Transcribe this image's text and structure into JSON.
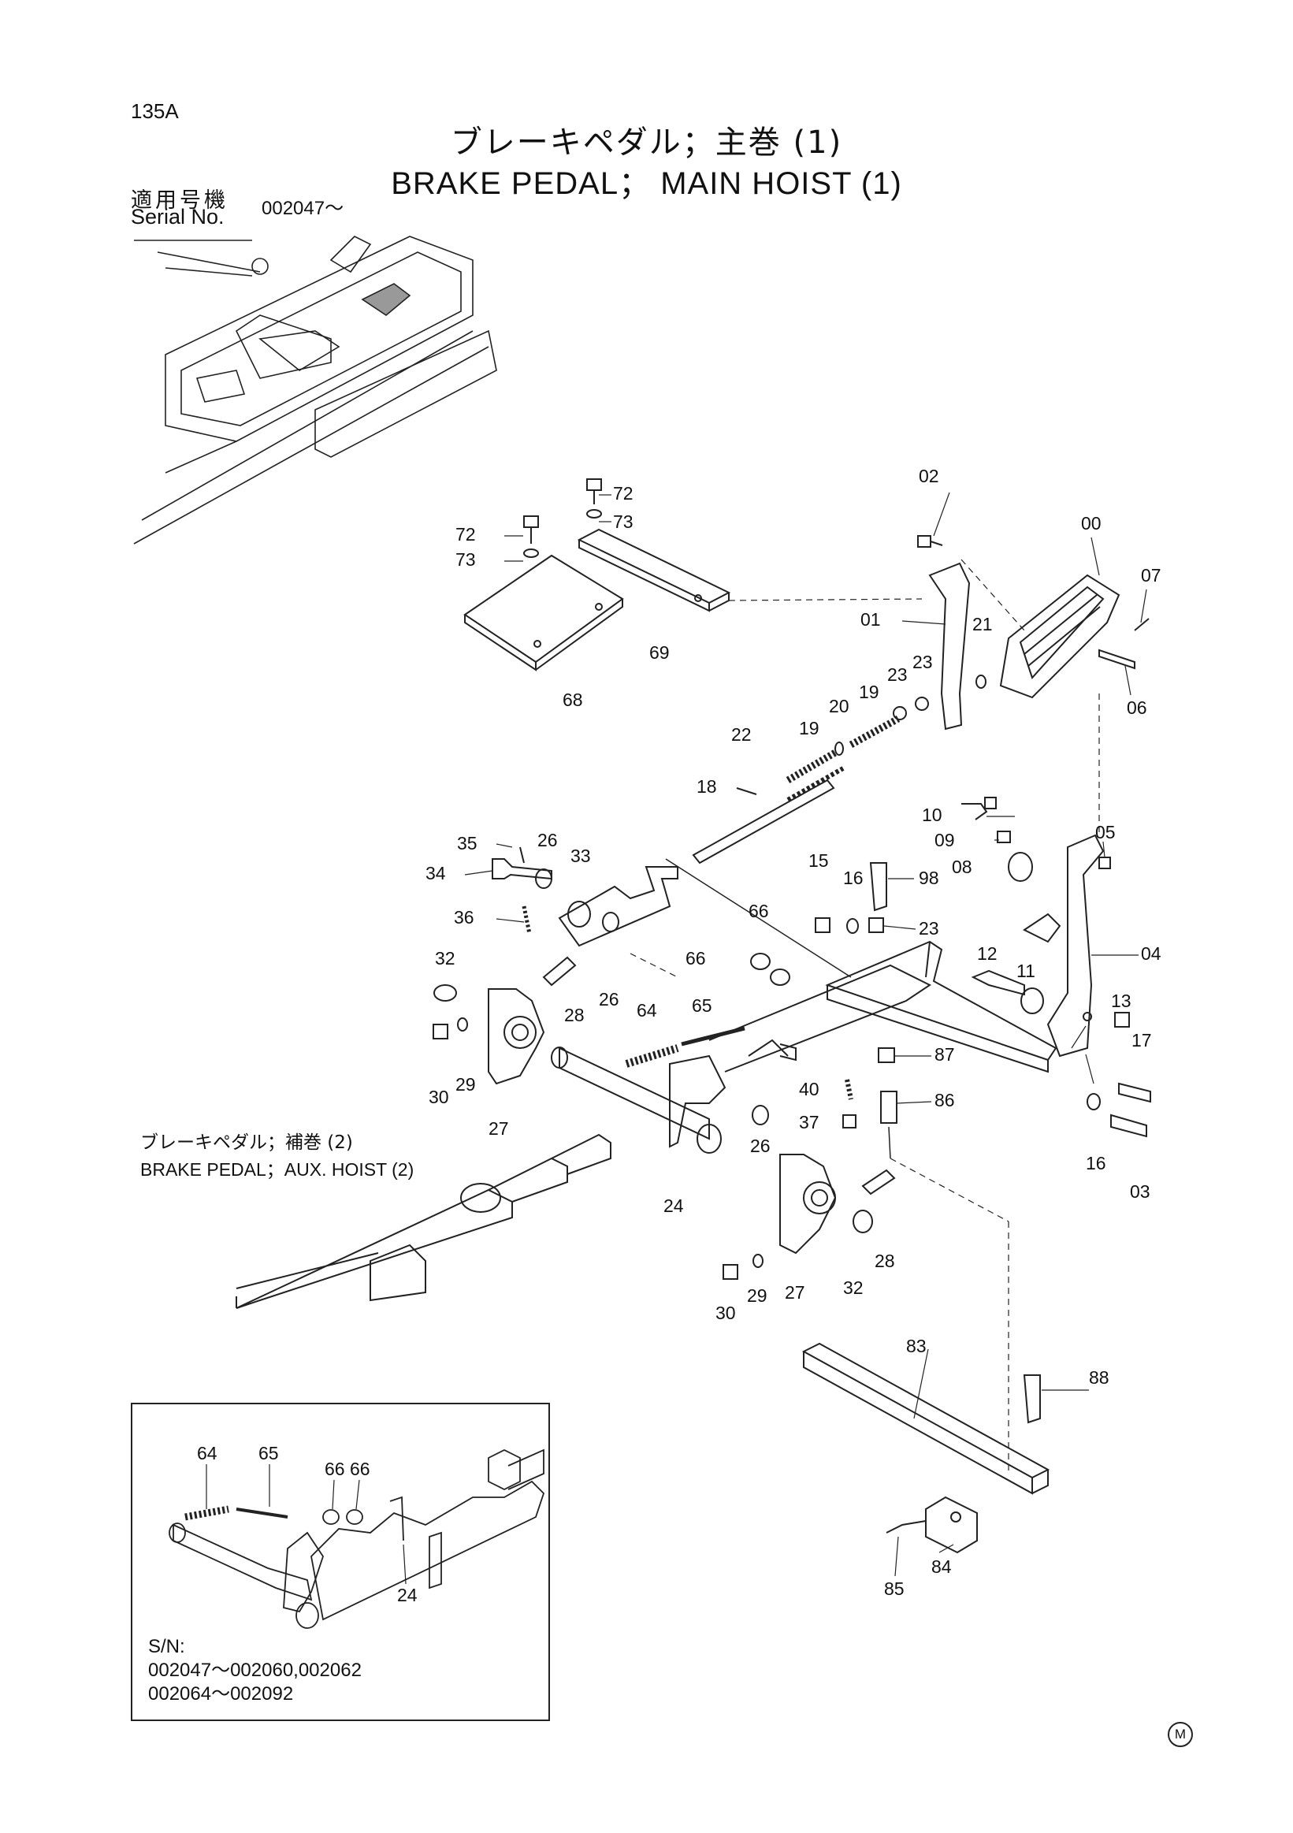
{
  "header": {
    "page_number": "135A",
    "title_jp": "ブレーキペダル；主巻 (1)",
    "title_en": "BRAKE PEDAL； MAIN HOIST (1)",
    "serial_label_jp": "適用号機",
    "serial_label_en": "Serial No.",
    "serial_value": "002047～"
  },
  "notes": {
    "aux_ref_jp": "ブレーキペダル；補巻 (2)",
    "aux_ref_en": "BRAKE PEDAL；AUX. HOIST (2)"
  },
  "inset": {
    "sn_label": "S/N:",
    "sn_line1": "002047～002060,002062",
    "sn_line2": "002064～002092"
  },
  "mark": "M",
  "callouts": {
    "c72a": "72",
    "c73a": "73",
    "c72b": "72",
    "c73b": "73",
    "c68": "68",
    "c69": "69",
    "c02": "02",
    "c00": "00",
    "c07": "07",
    "c01": "01",
    "c21": "21",
    "c06": "06",
    "c23a": "23",
    "c23b": "23",
    "c19a": "19",
    "c20": "20",
    "c19b": "19",
    "c22": "22",
    "c18": "18",
    "c10": "10",
    "c09": "09",
    "c08": "08",
    "c05": "05",
    "c04": "04",
    "c35": "35",
    "c26a": "26",
    "c33": "33",
    "c34": "34",
    "c36": "36",
    "c15": "15",
    "c16a": "16",
    "c98": "98",
    "c23c": "23",
    "c32a": "32",
    "c26b": "26",
    "c66a": "66",
    "c66b": "66",
    "c12": "12",
    "c11": "11",
    "c13": "13",
    "c17": "17",
    "c28a": "28",
    "c64": "64",
    "c65": "65",
    "c30a": "30",
    "c29a": "29",
    "c27a": "27",
    "c87": "87",
    "c40": "40",
    "c86": "86",
    "c37": "37",
    "c26c": "26",
    "c16b": "16",
    "c03": "03",
    "c24": "24",
    "c28b": "28",
    "c27b": "27",
    "c32b": "32",
    "c30b": "30",
    "c29b": "29",
    "c83": "83",
    "c88": "88",
    "c84": "84",
    "c85": "85",
    "i64": "64",
    "i65": "65",
    "i66a": "66",
    "i66b": "66",
    "i24": "24"
  }
}
